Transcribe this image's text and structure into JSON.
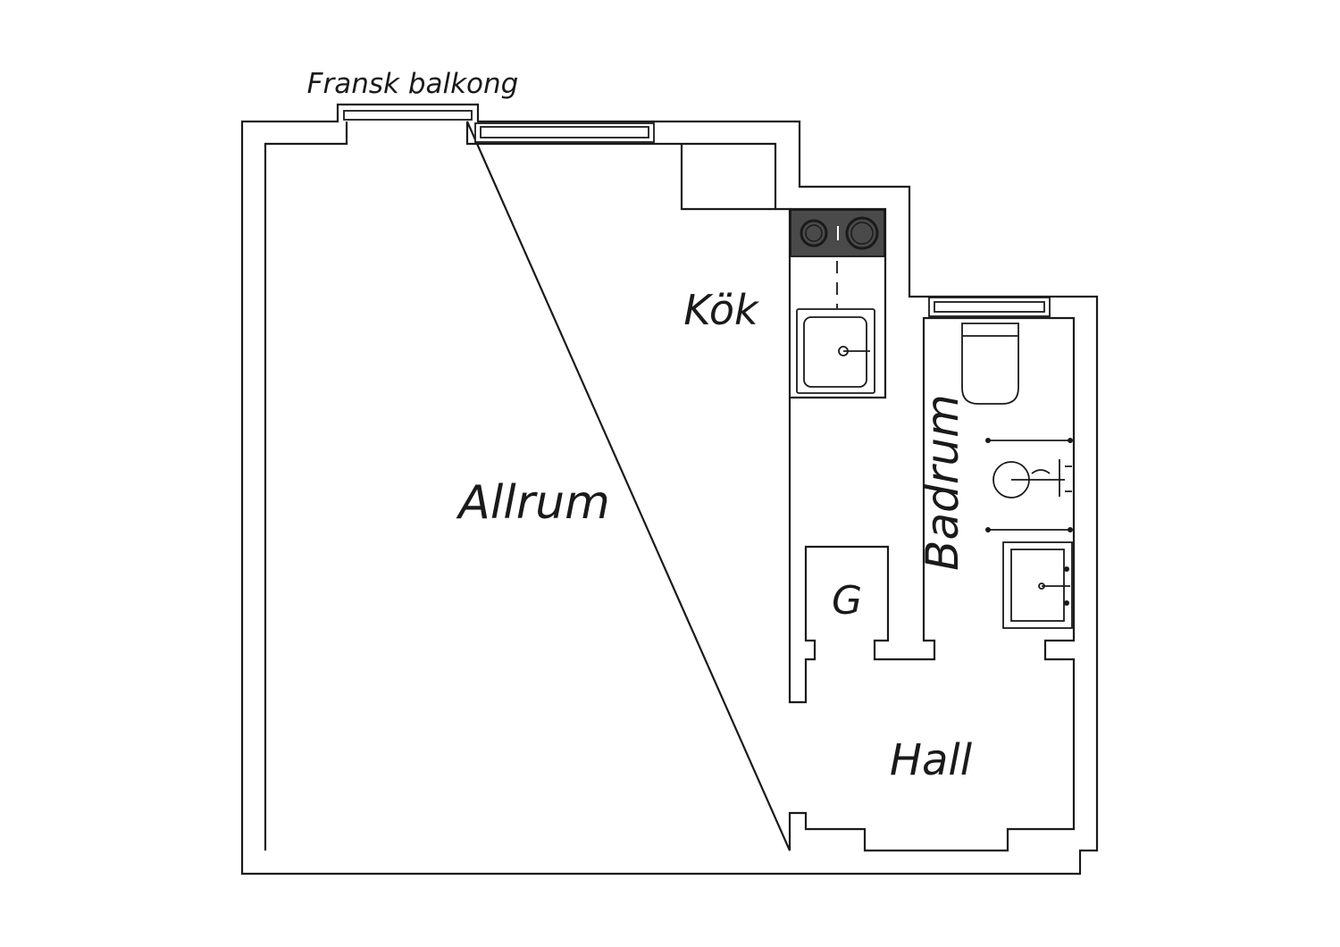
{
  "plan": {
    "labels": {
      "balcony": "Fransk balkong",
      "kitchen": "Kök",
      "living_room": "Allrum",
      "bathroom": "Badrum",
      "closet": "G",
      "hall": "Hall"
    },
    "colors": {
      "line": "#1a1a1a",
      "stove": "#4a4a4a",
      "background": "#ffffff"
    }
  }
}
